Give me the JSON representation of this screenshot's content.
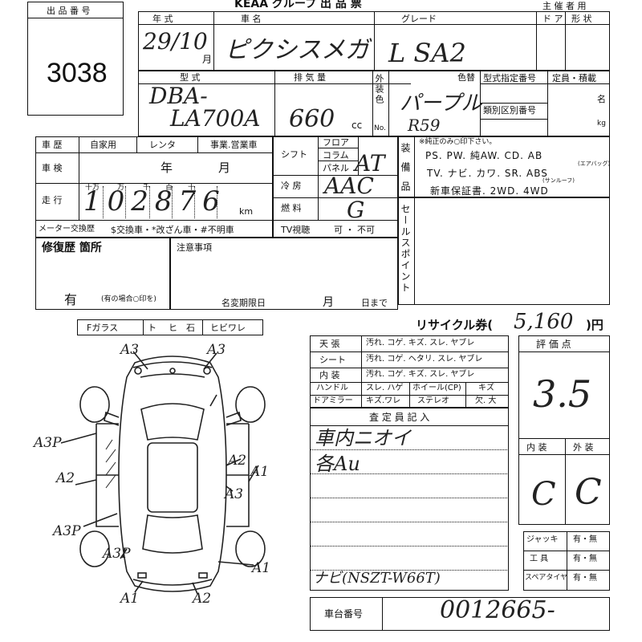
{
  "header": {
    "lot_label": "出 品 番 号",
    "lot_number": "3038",
    "title": "KEAA グループ 出 品 票",
    "organizer": "主 催 者 用"
  },
  "top_row": {
    "year_label": "年 式",
    "year_value": "29/10",
    "month_suffix": "月",
    "model_label": "車 名",
    "model_value": "ピクシスメガ",
    "grade_label": "グレード",
    "grade_value": "L SA2",
    "door_label": "ド ア",
    "shape_label": "形 状"
  },
  "type_row": {
    "type_label": "型 式",
    "type_value_1": "DBA-",
    "type_value_2": "LA700A",
    "displacement_label": "排 気 量",
    "displacement_value": "660",
    "cc_unit": "cc",
    "ext_color_label": "外装色",
    "color_no_label": "No.",
    "color_value": "パープル",
    "color_code": "R59",
    "color_change_label": "色替",
    "type_designation_label": "型式指定番号",
    "category_label": "類別区別番号",
    "capacity_label": "定員・積載",
    "person_unit": "名",
    "kg_unit": "kg"
  },
  "history": {
    "history_label": "車 歴",
    "private": "自家用",
    "rental": "レンタ",
    "business": "事業.営業車",
    "inspection_label": "車 検",
    "year_char": "年",
    "month_char": "月",
    "mileage_label": "走 行",
    "digit_headers": [
      "十万",
      "万",
      "千",
      "百",
      "十"
    ],
    "mileage_value": "102876",
    "km_unit": "km",
    "meter_change": "メーター交換歴",
    "meter_notes": "$交換車・*改ざん車・#不明車"
  },
  "mid": {
    "shift_label": "シフト",
    "shift_options": [
      "フロア",
      "コラム",
      "パネル"
    ],
    "shift_value": "AT",
    "ac_label": "冷 房",
    "ac_value": "AAC",
    "fuel_label": "燃 料",
    "fuel_value": "G",
    "tv_label": "TV視聴",
    "tv_value": "可 ・ 不可",
    "equipment_label": "装備品",
    "equip_note": "※純正のみ○印下さい。",
    "equip_line1": "PS. PW. 純AW. CD. AB",
    "equip_ab_sub": "(エアバッグ)",
    "equip_line2": "TV. ナビ. カワ. SR. ABS",
    "equip_sunroof": "(サンルーフ)",
    "equip_line3": "新車保証書. 2WD. 4WD",
    "sales_point_label": "セールスポイント"
  },
  "repair": {
    "repair_label": "修復歴 箇所",
    "repair_value": "有",
    "repair_note": "(有の場合○印を)",
    "notes_label": "注意事項",
    "name_change_label": "名変期限日",
    "month_char": "月",
    "day_label": "日まで"
  },
  "glass": {
    "label": "Fガラス",
    "options": [
      "ト",
      "ヒ",
      "石",
      "ヒビワレ"
    ]
  },
  "diagram_marks": [
    "A3",
    "A3",
    "A3P",
    "A2",
    "A2",
    "A3",
    "A1",
    "A3P",
    "A3P",
    "A1",
    "A1",
    "A2"
  ],
  "recycle": {
    "label": "リサイクル券(",
    "value": "5,160",
    "suffix": ")円"
  },
  "condition_table": [
    {
      "label": "天 張",
      "value": "汚れ. コゲ. キズ. スレ. ヤブレ"
    },
    {
      "label": "シート",
      "value": "汚れ. コゲ. ヘタリ. スレ. ヤブレ"
    },
    {
      "label": "内 装",
      "value": "汚れ. コゲ. キズ. スレ. ヤブレ"
    }
  ],
  "handle_row": {
    "label": "ハンドル",
    "value": "スレ. ハゲ",
    "wheel": "ホイール(CP)",
    "wheel_value": "キズ"
  },
  "mirror_row": {
    "label": "ドアミラー",
    "value": "キズ.ワレ",
    "stereo": "ステレオ",
    "stereo_value": "欠. 大"
  },
  "inspector": {
    "label": "査 定 員 記 入",
    "line1": "車内ニオイ",
    "line2": "各Au",
    "line3": "ナビ(NSZT-W66T)"
  },
  "evaluation": {
    "label": "評 価 点",
    "score": "3.5",
    "interior_label": "内 装",
    "exterior_label": "外 装",
    "interior_value": "C",
    "exterior_value": "C"
  },
  "tools": [
    {
      "label": "ジャッキ",
      "value": "有・無"
    },
    {
      "label": "工 具",
      "value": "有・無"
    },
    {
      "label": "スペアタイヤ",
      "value": "有・無"
    }
  ],
  "chassis": {
    "label": "車台番号",
    "value": "0012665-"
  }
}
